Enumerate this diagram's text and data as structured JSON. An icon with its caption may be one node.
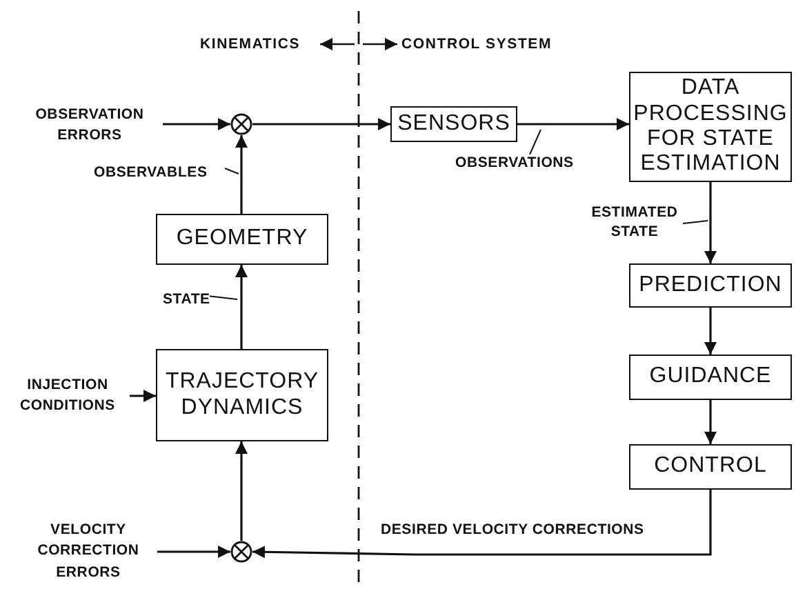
{
  "diagram": {
    "nodes": [
      {
        "text": [
          "OBSERVATION ERRORS"
        ]
      },
      {
        "text": [],
        "shape": "circle"
      },
      {
        "text": [
          "SENSORS"
        ]
      },
      {
        "text": [
          "DATA PROCESSING FOR STATE ESTIMATION"
        ]
      },
      {
        "text": [
          "GEOMETRY"
        ]
      },
      {
        "text": [
          "INJECTION CONDITIONS"
        ]
      },
      {
        "text": [
          "TRAJECTORY DYNAMICS"
        ]
      },
      {
        "text": [
          "PREDICTION"
        ]
      },
      {
        "text": [
          "GUIDANCE"
        ]
      },
      {
        "text": [
          "CONTROL"
        ]
      },
      {
        "text": [
          "VELOCITY CORRECTION ERRORS"
        ]
      },
      {
        "text": [],
        "shape": "circle"
      }
    ],
    "edges": [
      {
        "from": 0,
        "to": 1,
        "arrow": "to"
      },
      {
        "from": 1,
        "to": 2,
        "arrow": "to"
      },
      {
        "from": 2,
        "to": 3,
        "label": "OBSERVATIONS",
        "arrow": "to"
      },
      {
        "from": 4,
        "to": 1,
        "label": "OBSERVABLES",
        "arrow": "to"
      },
      {
        "from": 6,
        "to": 4,
        "label": "STATE",
        "arrow": "to"
      },
      {
        "from": 5,
        "to": 6,
        "arrow": "to"
      },
      {
        "from": 3,
        "to": 7,
        "label": "ESTIMATED STATE",
        "arrow": "to"
      },
      {
        "from": 7,
        "to": 8,
        "arrow": "to"
      },
      {
        "from": 8,
        "to": 9,
        "arrow": "to"
      },
      {
        "from": 9,
        "to": 11,
        "label": "DESIRED VELOCITY CORRECTIONS",
        "arrow": "to"
      },
      {
        "from": 10,
        "to": 11,
        "arrow": "to"
      },
      {
        "from": 11,
        "to": 6,
        "arrow": "to"
      }
    ],
    "labels": [
      "KINEMATICS",
      "CONTROL SYSTEM"
    ]
  }
}
